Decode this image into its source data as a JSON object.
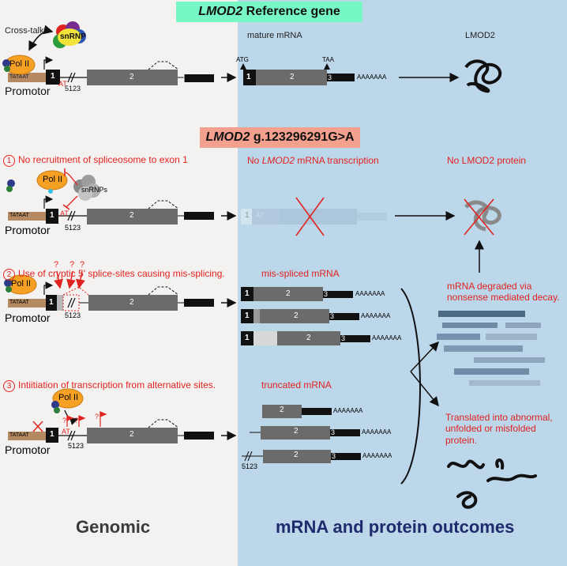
{
  "header_ref": {
    "gene": "LMOD2",
    "rest": " Reference gene"
  },
  "header_var": {
    "gene": "LMOD2",
    "rest": " g.123296291G>A"
  },
  "labels": {
    "crosstalk": "Cross-talk",
    "snrnp": "snRNP",
    "snrnps": "snRNPs",
    "pol": "Pol II",
    "tata": "TATAAT",
    "promotor": "Promotor",
    "pos": "5123",
    "mature": "mature mRNA",
    "protein": "LMOD2",
    "atg": "ATG",
    "taa": "TAA",
    "at": "AT",
    "poly": "AAAAAAA",
    "exon1": "1",
    "exon2": "2",
    "exon3": "3"
  },
  "scenarios": [
    {
      "num": "1",
      "text": "No recruitment of spliceosome to exon 1",
      "mrna": "No LMOD2 mRNA transcription",
      "mrna_pre": "No ",
      "mrna_gene": "LMOD2",
      "mrna_post": " mRNA transcription",
      "protein": "No LMOD2 protein"
    },
    {
      "num": "2",
      "text": "Use of cryptic 5' splice-sites causing mis-splicing.",
      "mrna": "mis-spliced mRNA"
    },
    {
      "num": "3",
      "text": "Intiitiation of transcription from alternative sites.",
      "mrna": "truncated mRNA"
    }
  ],
  "outcomes": {
    "nmd": "mRNA degraded via nonsense mediated decay.",
    "translated": "Translated into abnormal, unfolded or misfolded protein."
  },
  "footer": {
    "left": "Genomic",
    "right": "mRNA and protein outcomes"
  },
  "colors": {
    "left_bg": "#f4f2f1",
    "right_bg": "#bcd6ea",
    "accent_red": "#e1231f",
    "exon_gray": "#6b6b6b",
    "header_green": "#76f7c3",
    "header_salmon": "#f4a08e"
  }
}
